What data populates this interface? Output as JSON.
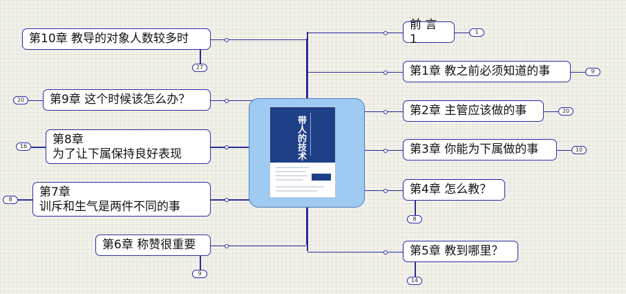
{
  "center": {
    "book_cover": "带人的技术"
  },
  "nodes": [
    {
      "id": "preface",
      "label": "前 言 1",
      "badge": "1"
    },
    {
      "id": "ch1",
      "label": "第1章 教之前必须知道的事",
      "badge": "9"
    },
    {
      "id": "ch2",
      "label": "第2章 主管应该做的事",
      "badge": "20"
    },
    {
      "id": "ch3",
      "label": "第3章 你能为下属做的事",
      "badge": "10"
    },
    {
      "id": "ch4",
      "label": "第4章 怎么教？",
      "badge": "8"
    },
    {
      "id": "ch5",
      "label": "第5章 教到哪里？",
      "badge": "14"
    },
    {
      "id": "ch6",
      "label": "第6章 称赞很重要",
      "badge": "9"
    },
    {
      "id": "ch7",
      "label": "第7章\n训斥和生气是两件不同的事",
      "badge": "8"
    },
    {
      "id": "ch8",
      "label": "第8章\n为了让下属保持良好表现",
      "badge": "16"
    },
    {
      "id": "ch9",
      "label": "第9章 这个时候该怎么办？",
      "badge": "20"
    },
    {
      "id": "ch10",
      "label": "第10章 教导的对象人数较多时",
      "badge": "27"
    }
  ],
  "colors": {
    "line": "#2a2a9a",
    "node_border": "#2b2ba8",
    "center_fill": "#9fcbf2",
    "background": "#f2f2ea"
  }
}
